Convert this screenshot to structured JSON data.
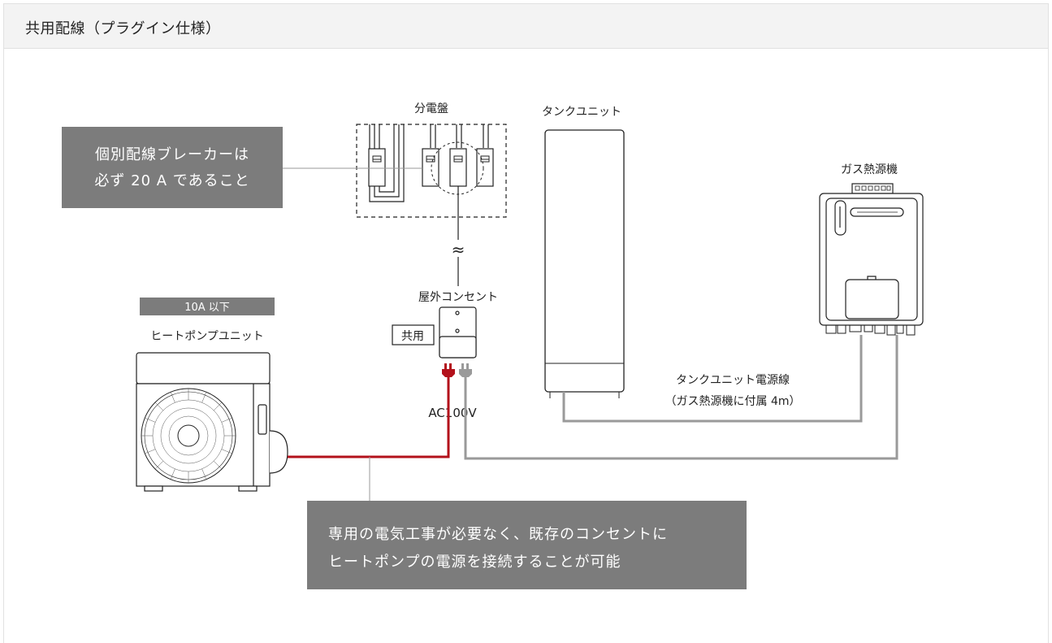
{
  "header": {
    "title": "共用配線（プラグイン仕様）"
  },
  "labels": {
    "breaker_panel": "分電盤",
    "tank_unit": "タンクユニット",
    "gas_unit": "ガス熱源機",
    "outdoor_outlet": "屋外コンセント",
    "shared_tag": "共用",
    "current_badge": "10A 以下",
    "heat_pump": "ヒートポンプユニット",
    "voltage": "AC100V",
    "tank_cable_line1": "タンクユニット電源線",
    "tank_cable_line2": "（ガス熱源機に付属 4m）",
    "approx_symbol": "≈"
  },
  "callouts": {
    "breaker_note": {
      "line1": "個別配線ブレーカーは",
      "line2": "必ず 20 A であること"
    },
    "benefit_note": {
      "line1": "専用の電気工事が必要なく、既存のコンセントに",
      "line2": "ヒートポンプの電源を接続することが可能"
    }
  },
  "colors": {
    "callout_bg": "#7c7c7c",
    "live_wire": "#b3111b",
    "neutral_wire": "#9a9a9a",
    "outline": "#222222",
    "header_bg": "#f3f3f3"
  }
}
